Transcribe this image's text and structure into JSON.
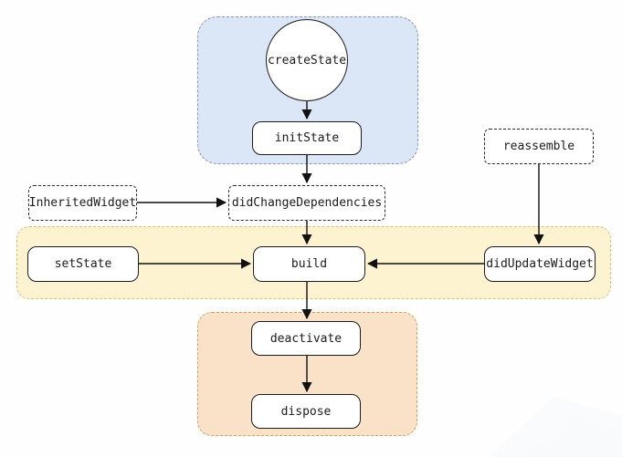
{
  "diagram": {
    "description": "Flutter StatefulWidget state lifecycle flow diagram",
    "nodes": {
      "createState": {
        "label": "createState",
        "shape": "circle",
        "phase": "init"
      },
      "initState": {
        "label": "initState",
        "shape": "box",
        "phase": "init"
      },
      "reassemble": {
        "label": "reassemble",
        "shape": "dashed-box",
        "phase": "none"
      },
      "inheritedWidget": {
        "label": "InheritedWidget",
        "shape": "dashed-box",
        "phase": "none"
      },
      "didChangeDependencies": {
        "label": "didChangeDependencies",
        "shape": "dashed-box",
        "phase": "none"
      },
      "setState": {
        "label": "setState",
        "shape": "box",
        "phase": "build"
      },
      "build": {
        "label": "build",
        "shape": "box",
        "phase": "build"
      },
      "didUpdateWidget": {
        "label": "didUpdateWidget",
        "shape": "box",
        "phase": "build"
      },
      "deactivate": {
        "label": "deactivate",
        "shape": "box",
        "phase": "dispose"
      },
      "dispose": {
        "label": "dispose",
        "shape": "box",
        "phase": "dispose"
      }
    },
    "edges": [
      {
        "from": "createState",
        "to": "initState"
      },
      {
        "from": "initState",
        "to": "didChangeDependencies"
      },
      {
        "from": "didChangeDependencies",
        "to": "build"
      },
      {
        "from": "inheritedWidget",
        "to": "didChangeDependencies"
      },
      {
        "from": "reassemble",
        "to": "didUpdateWidget"
      },
      {
        "from": "setState",
        "to": "build"
      },
      {
        "from": "didUpdateWidget",
        "to": "build"
      },
      {
        "from": "build",
        "to": "deactivate"
      },
      {
        "from": "deactivate",
        "to": "dispose"
      }
    ],
    "phases": [
      {
        "id": "init",
        "fill": "#dbe7f6",
        "border": "#8799b7"
      },
      {
        "id": "build",
        "fill": "#fdf3d1",
        "border": "#ddbf73"
      },
      {
        "id": "dispose",
        "fill": "#f9e2c7",
        "border": "#d3a254"
      }
    ],
    "colors": {
      "background": "#fefefe",
      "node_fill": "#ffffff",
      "node_border": "#1c1c1c",
      "arrow": "#111111",
      "text": "#1c1c1c"
    }
  }
}
